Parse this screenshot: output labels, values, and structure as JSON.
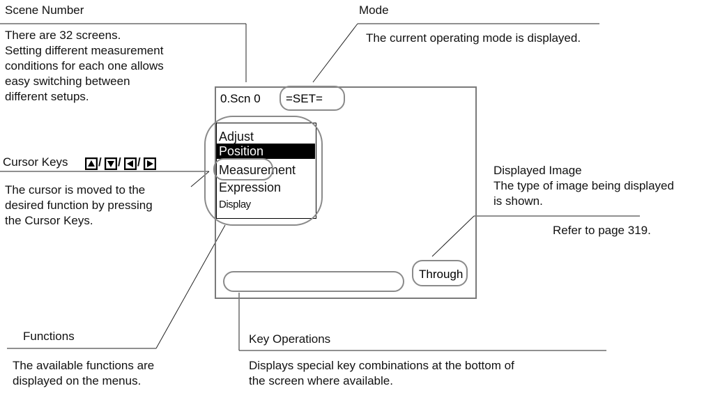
{
  "labels": {
    "scene_number": {
      "title": "Scene Number",
      "description": "There are 32 screens.\nSetting different measurement\nconditions for each one allows\neasy switching between\ndifferent setups."
    },
    "mode": {
      "title": "Mode",
      "description": "The current operating mode is displayed."
    },
    "cursor_keys": {
      "title": "Cursor Keys",
      "separator": "/",
      "description": "The cursor is moved to the\ndesired function by pressing\nthe Cursor Keys."
    },
    "displayed_image": {
      "title": "Displayed Image",
      "description": "The type of image being displayed\nis shown.",
      "reference": "Refer to page 319."
    },
    "functions": {
      "title": "Functions",
      "description": "The available functions are\ndisplayed on the menus."
    },
    "key_operations": {
      "title": "Key Operations",
      "description": "Displays special key combinations at the bottom of\nthe screen where available."
    }
  },
  "screen": {
    "scene": "0.Scn 0",
    "mode": "=SET=",
    "image_type": "Through",
    "menu": [
      {
        "label": "Adjust",
        "selected": false
      },
      {
        "label": "Position",
        "selected": true
      },
      {
        "label": "Measurement",
        "selected": false
      },
      {
        "label": "Expression",
        "selected": false
      },
      {
        "label": "Display",
        "selected": false
      }
    ]
  },
  "icons": [
    "up-arrow-key-icon",
    "down-arrow-key-icon",
    "left-arrow-key-icon",
    "right-arrow-key-icon"
  ]
}
